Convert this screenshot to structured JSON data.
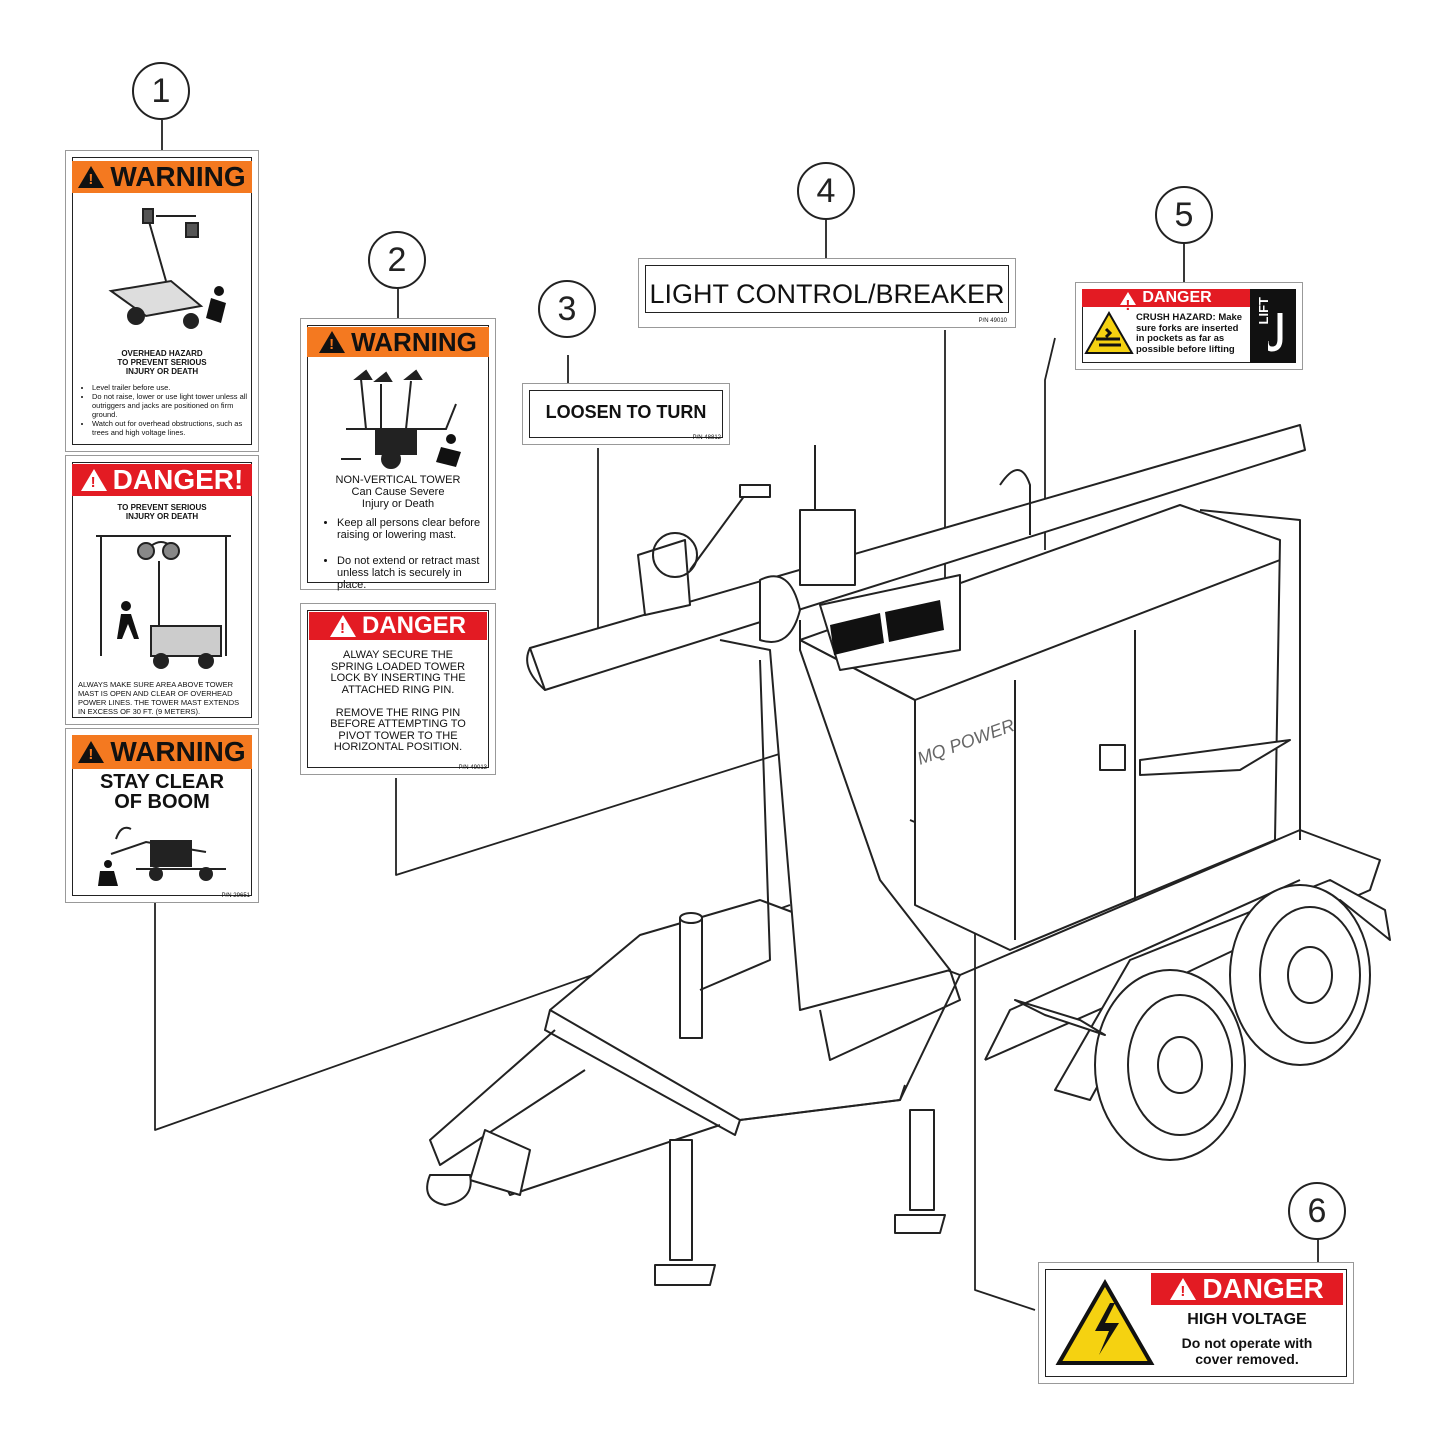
{
  "callouts": [
    "1",
    "2",
    "3",
    "4",
    "5",
    "6"
  ],
  "decal1": {
    "w1": {
      "header": "WARNING",
      "title": "OVERHEAD HAZARD\nTO PREVENT SERIOUS\nINJURY OR DEATH",
      "bullets": [
        "Level trailer before use.",
        "Do not raise, lower or use light tower unless all outriggers and jacks are positioned on firm ground.",
        "Watch out for overhead obstructions, such as trees and high voltage lines."
      ]
    },
    "d1": {
      "header": "DANGER!",
      "title": "TO PREVENT SERIOUS\nINJURY OR DEATH",
      "text": "ALWAYS MAKE SURE AREA ABOVE TOWER MAST IS OPEN AND CLEAR OF OVERHEAD POWER LINES. THE TOWER MAST EXTENDS IN EXCESS OF 30 FT. (9 METERS)."
    },
    "w2": {
      "header": "WARNING",
      "title": "STAY CLEAR\nOF BOOM",
      "pn": "P/N 29651"
    }
  },
  "decal2": {
    "w": {
      "header": "WARNING",
      "title": "NON-VERTICAL TOWER\nCan Cause Severe\nInjury or Death",
      "bullets": [
        "Keep all persons clear before raising or lowering mast.",
        "Do not extend or retract mast unless latch is securely in place."
      ]
    },
    "d": {
      "header": "DANGER",
      "text": "ALWAY SECURE THE\nSPRING LOADED TOWER\nLOCK BY INSERTING THE\nATTACHED RING PIN.\n\nREMOVE THE RING PIN\nBEFORE ATTEMPTING TO\nPIVOT TOWER TO THE\nHORIZONTAL POSITION.",
      "pn": "P/N 49013"
    }
  },
  "decal3": {
    "text": "LOOSEN TO TURN",
    "pn": "P/N 48812"
  },
  "decal4": {
    "text": "LIGHT CONTROL/BREAKER",
    "pn": "P/N 49010"
  },
  "decal5": {
    "header": "DANGER",
    "text": "CRUSH HAZARD: Make sure forks are inserted in pockets as far as possible before lifting",
    "side": "LIFT"
  },
  "decal6": {
    "header": "DANGER",
    "title": "HIGH VOLTAGE",
    "text": "Do not operate with\ncover removed."
  },
  "machine": {
    "brand": "MQ POWER"
  },
  "colors": {
    "warning": "#f47920",
    "danger": "#e31b23",
    "safety_yellow": "#f5d211"
  }
}
